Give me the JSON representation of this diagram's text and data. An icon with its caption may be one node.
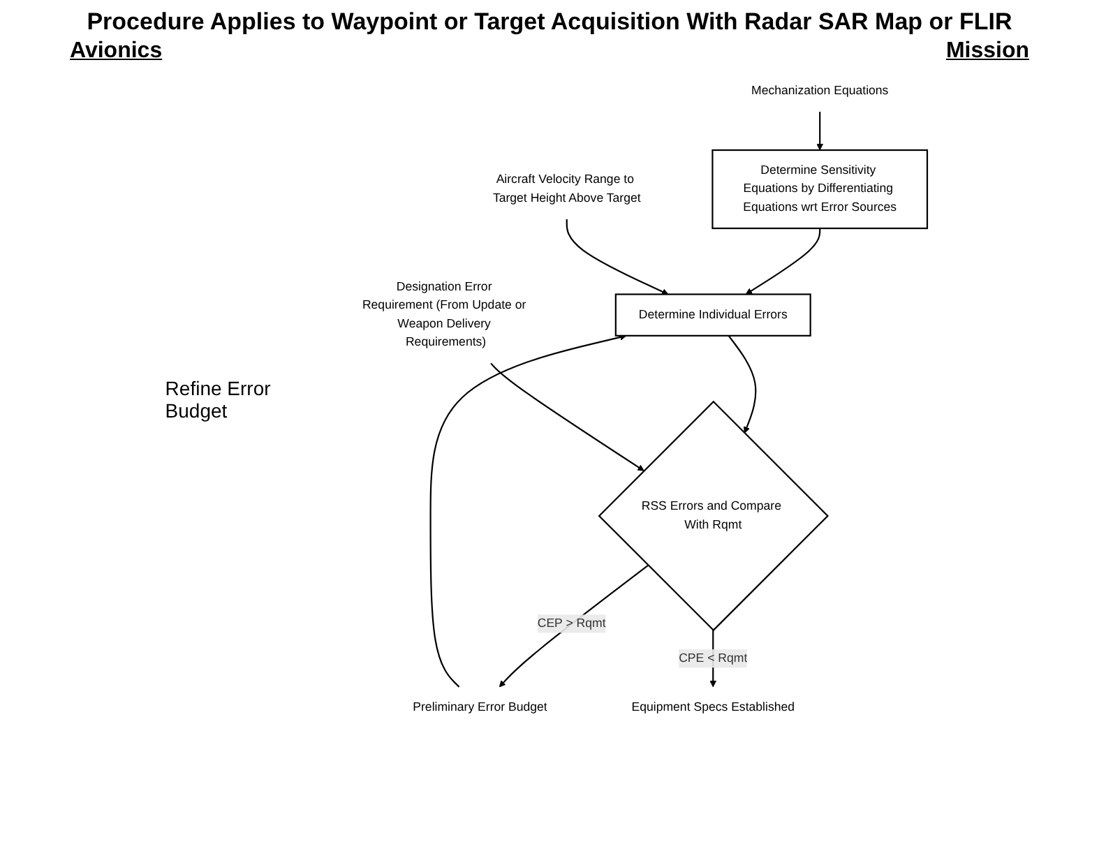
{
  "diagram": {
    "title": "Procedure Applies to Waypoint or Target Acquisition With Radar SAR Map or FLIR",
    "nodes": [
      {
        "text": [
          "Mechanization Equations"
        ]
      },
      {
        "text": [
          "Determine Sensitivity Equations by Differentiating Equations wrt Error Sources"
        ]
      },
      {
        "text": [
          "Preliminary Error Budget"
        ]
      },
      {
        "text": [
          "Determine Individual Errors"
        ]
      },
      {
        "text": [
          "Aircraft Velocity Range to Target Height Above Target"
        ]
      },
      {
        "text": [
          "RSS Errors and Compare With Rqmt"
        ]
      },
      {
        "text": [
          "Designation Error Requirement (From Update or Weapon Delivery Requirements)"
        ]
      },
      {
        "text": [
          "Equipment Specs Established"
        ]
      }
    ],
    "edges": [
      {
        "from": 0,
        "to": 1,
        "arrow": "to"
      },
      {
        "from": 1,
        "to": 3,
        "arrow": "to"
      },
      {
        "from": 2,
        "to": 3,
        "arrow": "to"
      },
      {
        "from": 4,
        "to": 3,
        "arrow": "to"
      },
      {
        "from": 3,
        "to": 5,
        "arrow": "to"
      },
      {
        "from": 6,
        "to": 5,
        "arrow": "to"
      },
      {
        "from": 5,
        "to": 2,
        "arrow": "to",
        "label": "CEP > Rqmt"
      },
      {
        "from": 5,
        "to": 7,
        "arrow": "to",
        "label": "CPE < Rqmt"
      }
    ],
    "labels": [
      "Avionics",
      "Mission",
      "Refine Error Budget"
    ]
  }
}
